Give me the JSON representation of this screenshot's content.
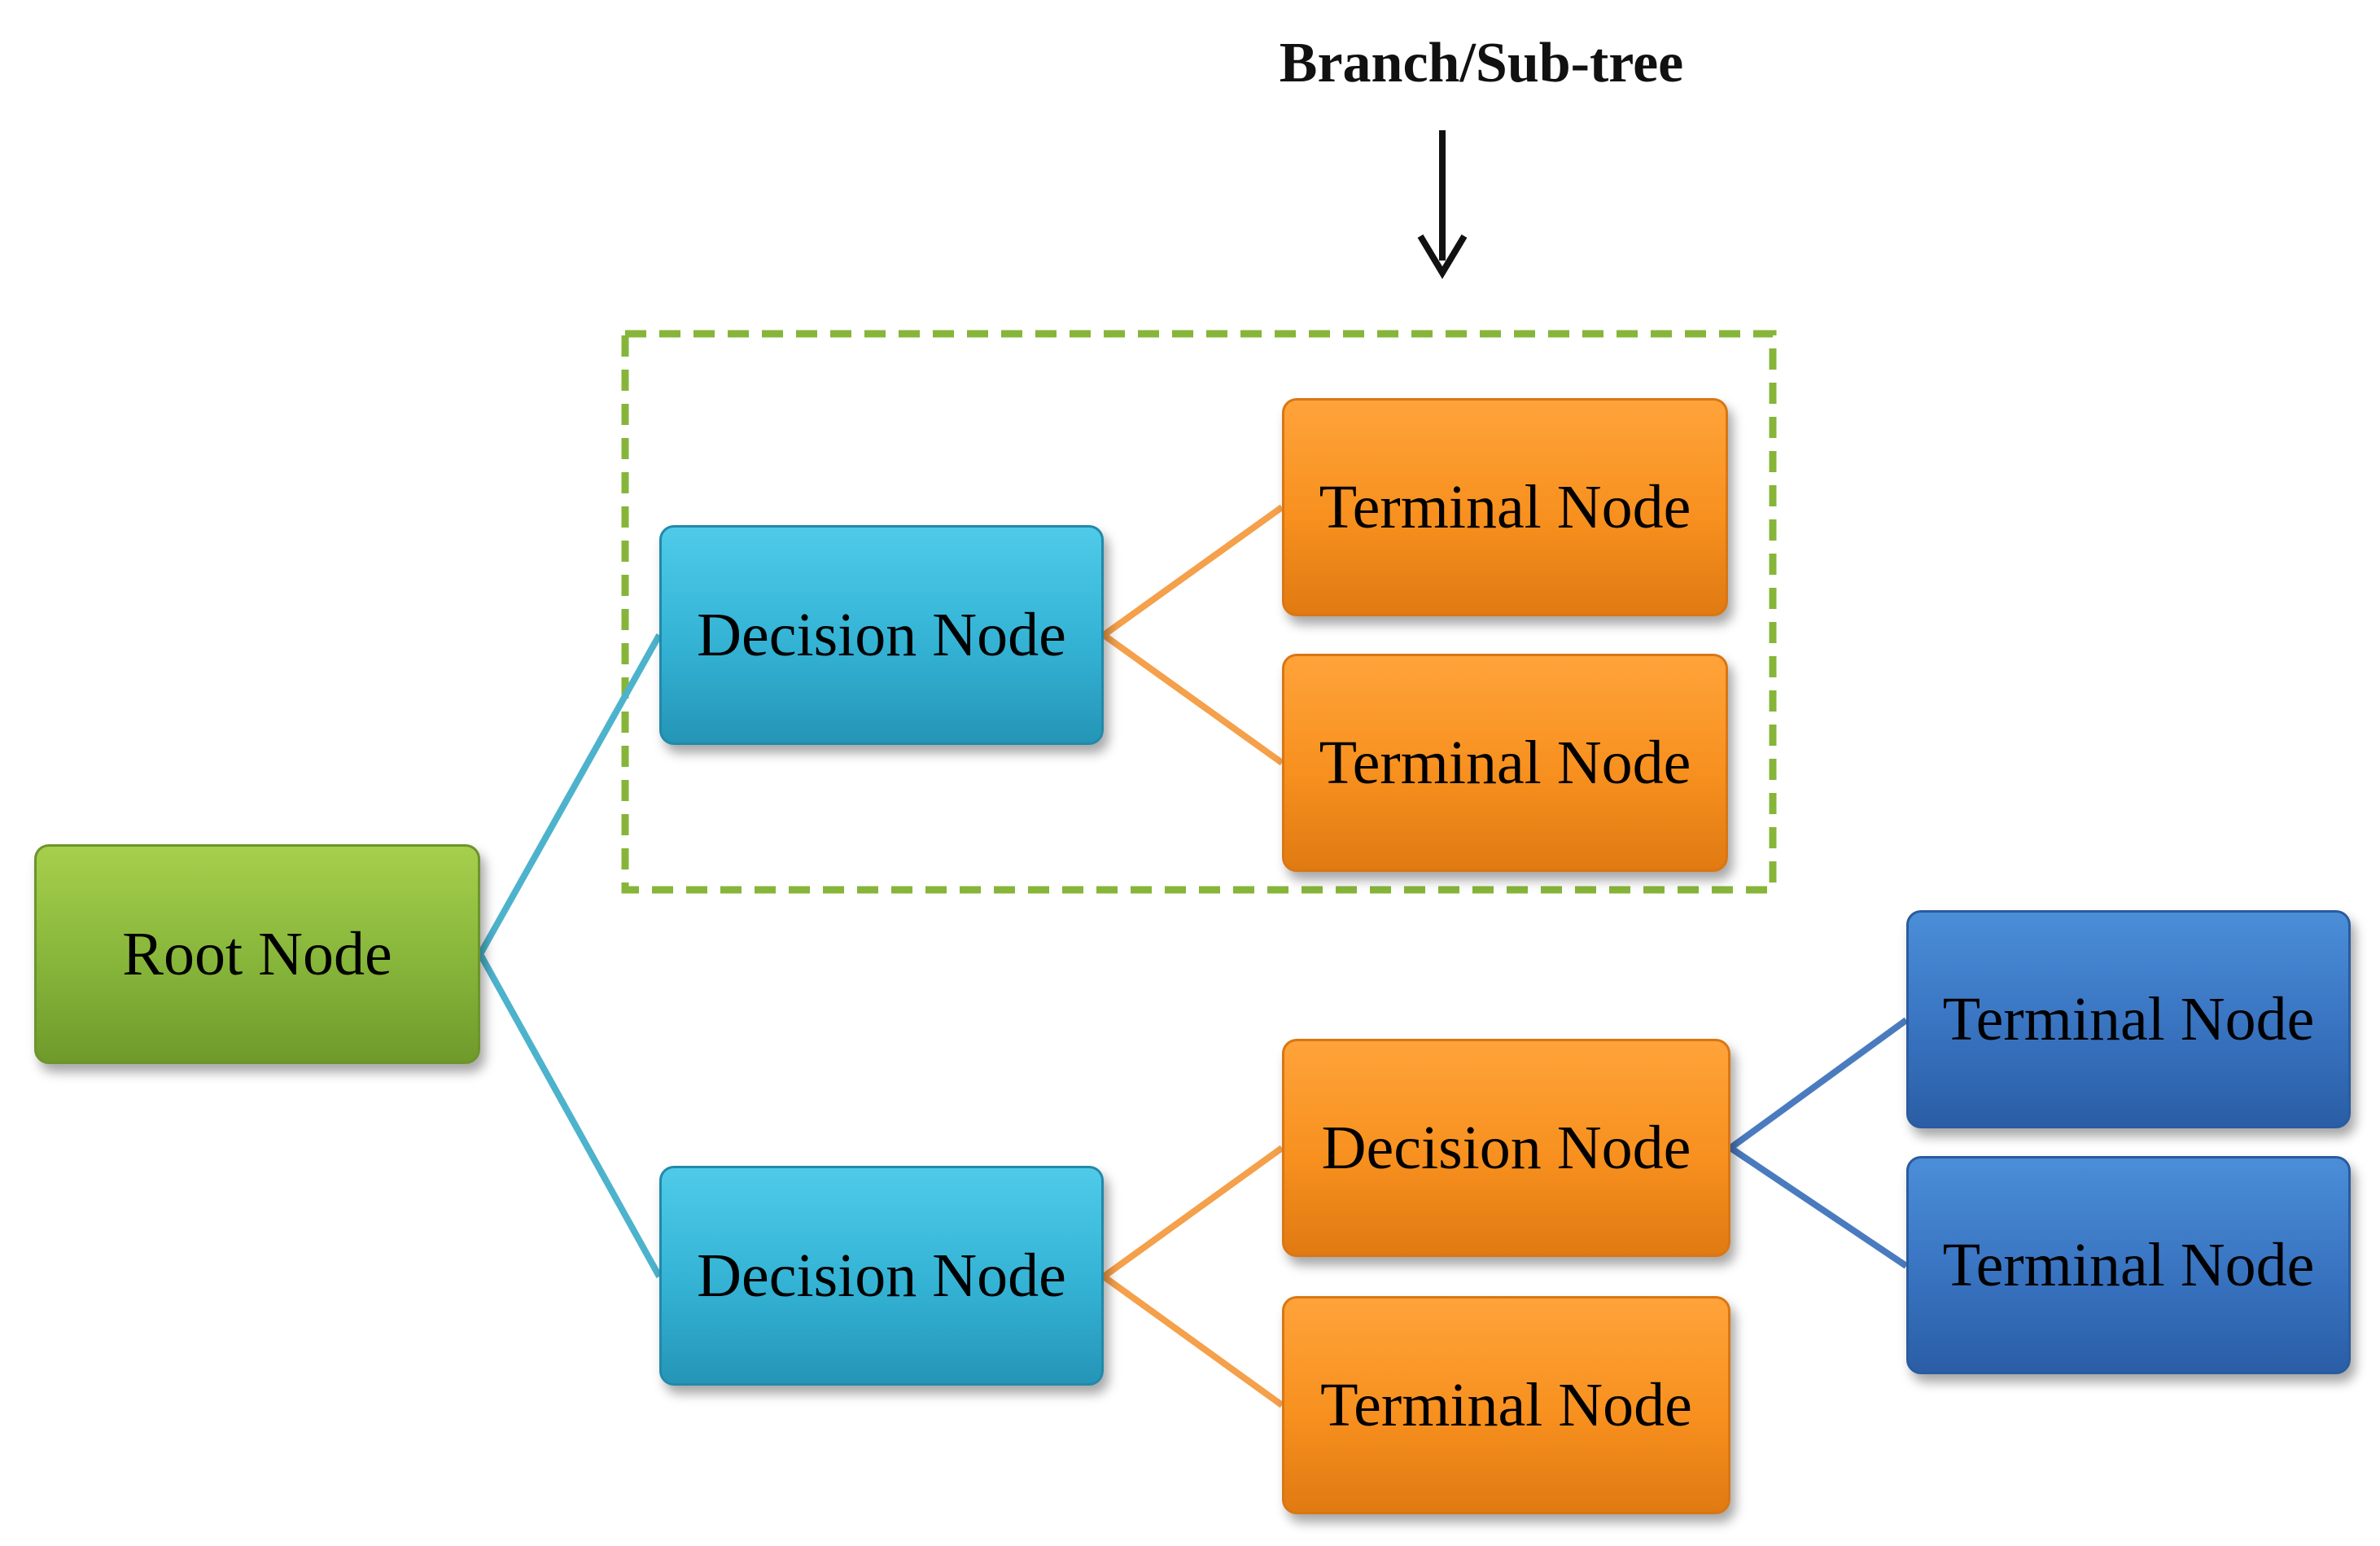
{
  "title": "Branch/Sub-tree",
  "colors": {
    "root": "#8cbd3e",
    "decision_blue": "#35b3d6",
    "orange": "#f7901e",
    "terminal_blue": "#3a76c4",
    "edge_cyan": "#4db3cc",
    "edge_orange": "#f5a04a",
    "edge_blue": "#4a7bbf",
    "subtree_border": "#86b53a"
  },
  "nodes": {
    "root": {
      "label": "Root Node"
    },
    "decision_top": {
      "label": "Decision Node"
    },
    "terminal_top_1": {
      "label": "Terminal Node"
    },
    "terminal_top_2": {
      "label": "Terminal Node"
    },
    "decision_bottom": {
      "label": "Decision Node"
    },
    "decision_bottom_child": {
      "label": "Decision Node"
    },
    "terminal_bottom": {
      "label": "Terminal Node"
    },
    "terminal_right_1": {
      "label": "Terminal Node"
    },
    "terminal_right_2": {
      "label": "Terminal Node"
    }
  }
}
